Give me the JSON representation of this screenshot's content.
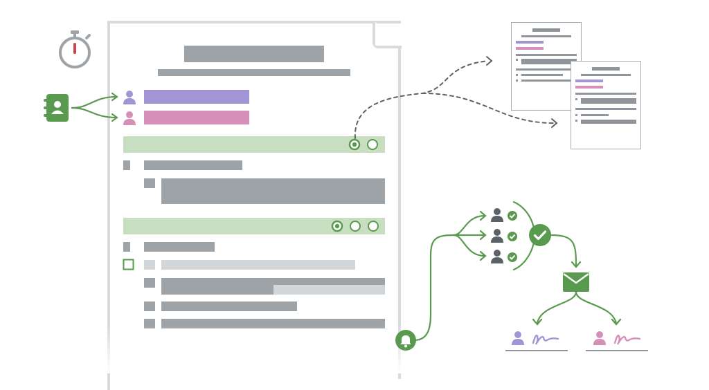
{
  "colors": {
    "green": "#5a9a4f",
    "light_green": "#c7dfc0",
    "gray": "#9ea3a8",
    "light_gray": "#d3d6d9",
    "purple": "#a195d6",
    "pink": "#d58fb8",
    "red": "#c8464f",
    "dark_gray": "#5b6168"
  },
  "icons": {
    "timer": "stopwatch-icon",
    "contacts": "contact-book-icon",
    "bell": "bell-icon",
    "approval": "check-circle-icon",
    "email": "envelope-icon",
    "signature": "signature-icon"
  },
  "document": {
    "radio_group_1": {
      "options": 2,
      "selected_index": 0
    },
    "radio_group_2": {
      "options": 3,
      "selected_index": 0
    }
  },
  "approvers": {
    "count": 3,
    "all_approved": true
  },
  "signers": [
    {
      "color": "#a195d6"
    },
    {
      "color": "#d58fb8"
    }
  ]
}
